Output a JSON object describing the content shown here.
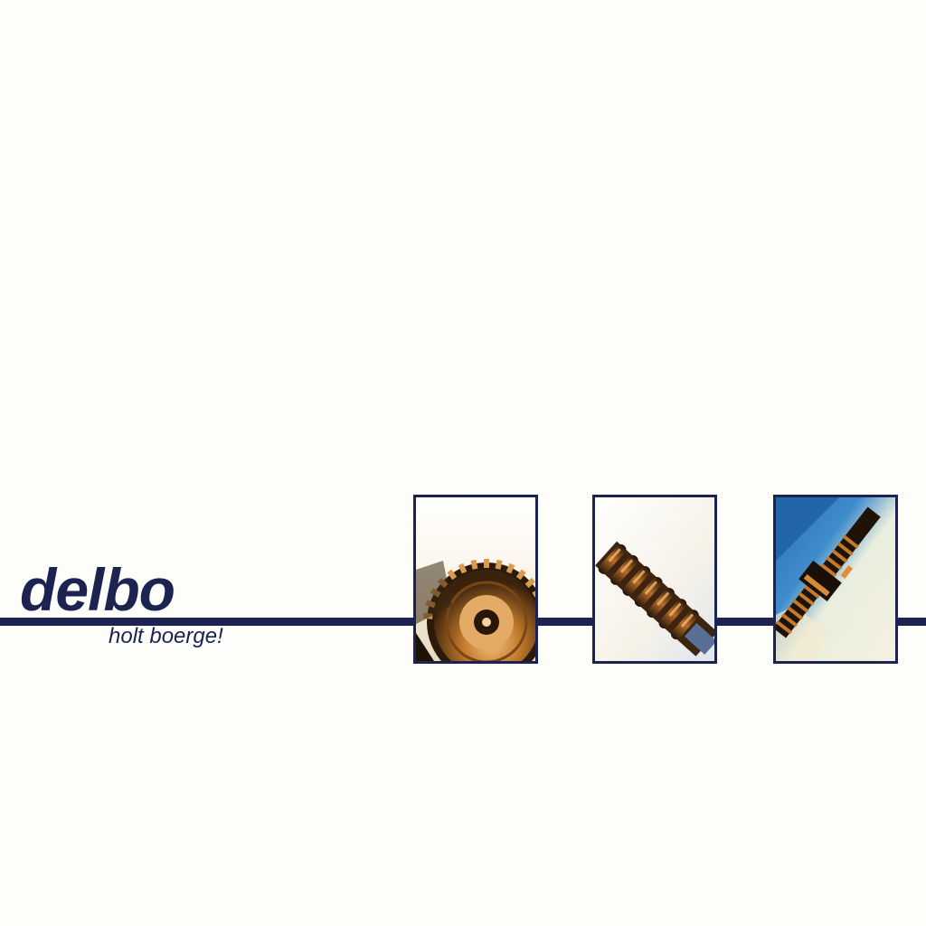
{
  "cover": {
    "artist": "delbo",
    "album": "holt boerge!",
    "colors": {
      "background": "#fdfdf9",
      "ink": "#1c2350",
      "copper": "#c47a2c",
      "sky": "#2a6fb0"
    },
    "photos": [
      {
        "subject": "gear-wheel"
      },
      {
        "subject": "coil-spring"
      },
      {
        "subject": "threaded-rod"
      }
    ]
  }
}
